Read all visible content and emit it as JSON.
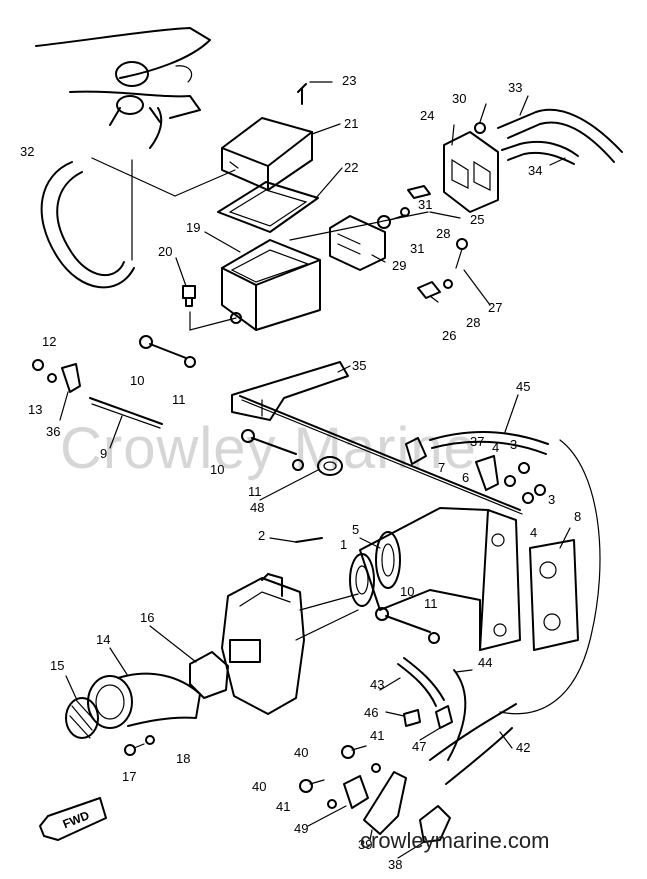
{
  "watermark": "Crowley Marine",
  "footer_credit": "crowleymarine.com",
  "direction_label": "FWD",
  "callouts": [
    "1",
    "2",
    "3",
    "3",
    "4",
    "4",
    "5",
    "6",
    "7",
    "8",
    "9",
    "10",
    "10",
    "10",
    "11",
    "11",
    "11",
    "12",
    "13",
    "14",
    "15",
    "16",
    "17",
    "18",
    "19",
    "20",
    "21",
    "22",
    "23",
    "24",
    "25",
    "26",
    "27",
    "28",
    "28",
    "29",
    "30",
    "31",
    "31",
    "32",
    "33",
    "34",
    "35",
    "36",
    "37",
    "38",
    "39",
    "40",
    "40",
    "41",
    "41",
    "42",
    "43",
    "44",
    "45",
    "46",
    "47",
    "48",
    "49"
  ]
}
